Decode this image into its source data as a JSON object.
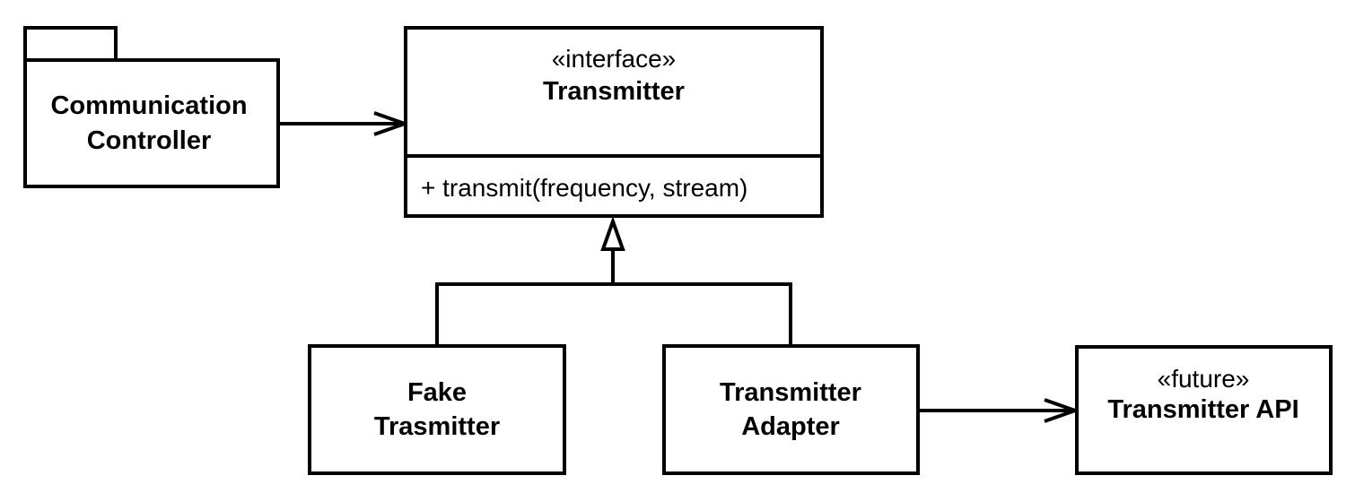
{
  "diagram": {
    "package": {
      "line1": "Communication",
      "line2": "Controller"
    },
    "interface": {
      "stereotype": "«interface»",
      "name": "Transmitter",
      "operation": "+ transmit(frequency, stream)"
    },
    "fake": {
      "line1": "Fake",
      "line2": "Trasmitter"
    },
    "adapter": {
      "line1": "Transmitter",
      "line2": "Adapter"
    },
    "api": {
      "stereotype": "«future»",
      "name": "Transmitter API"
    }
  },
  "colors": {
    "stroke": "#000000",
    "fill": "#ffffff"
  }
}
